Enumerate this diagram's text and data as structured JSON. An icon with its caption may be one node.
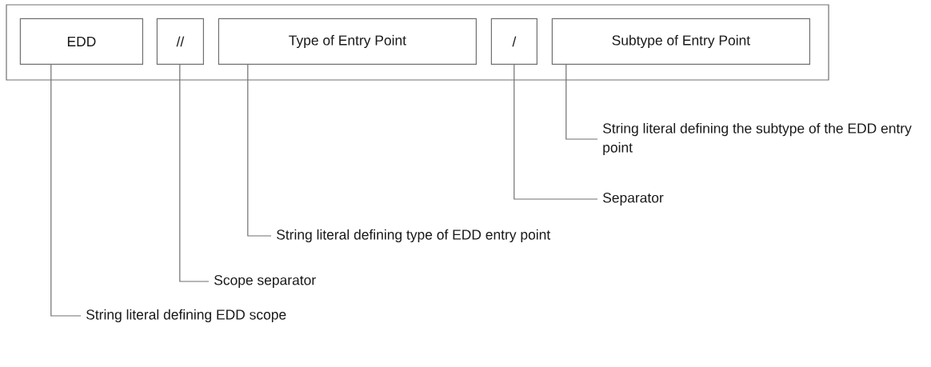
{
  "diagram": {
    "nodes": [
      {
        "text": [],
        "shape": "box"
      },
      {
        "text": [
          "EDD"
        ],
        "in": 0
      },
      {
        "text": [
          "//"
        ],
        "in": 0
      },
      {
        "text": [
          "Type of Entry Point"
        ],
        "in": 0
      },
      {
        "text": [
          "/"
        ],
        "in": 0
      },
      {
        "text": [
          "Subtype of Entry Point"
        ],
        "in": 0
      },
      {
        "text": [
          "String literal defining the subtype of the EDD entry point"
        ]
      },
      {
        "text": [
          "Separator"
        ]
      },
      {
        "text": [
          "String literal defining type of EDD entry point"
        ]
      },
      {
        "text": [
          "Scope separator"
        ]
      },
      {
        "text": [
          "String literal defining EDD scope"
        ]
      }
    ],
    "edges": [
      {
        "from": 6,
        "to": 5,
        "arrow": "none"
      },
      {
        "from": 7,
        "to": 4,
        "arrow": "none"
      },
      {
        "from": 8,
        "to": 3,
        "arrow": "none"
      },
      {
        "from": 9,
        "to": 2,
        "arrow": "none"
      },
      {
        "from": 10,
        "to": 1,
        "arrow": "none"
      }
    ]
  }
}
